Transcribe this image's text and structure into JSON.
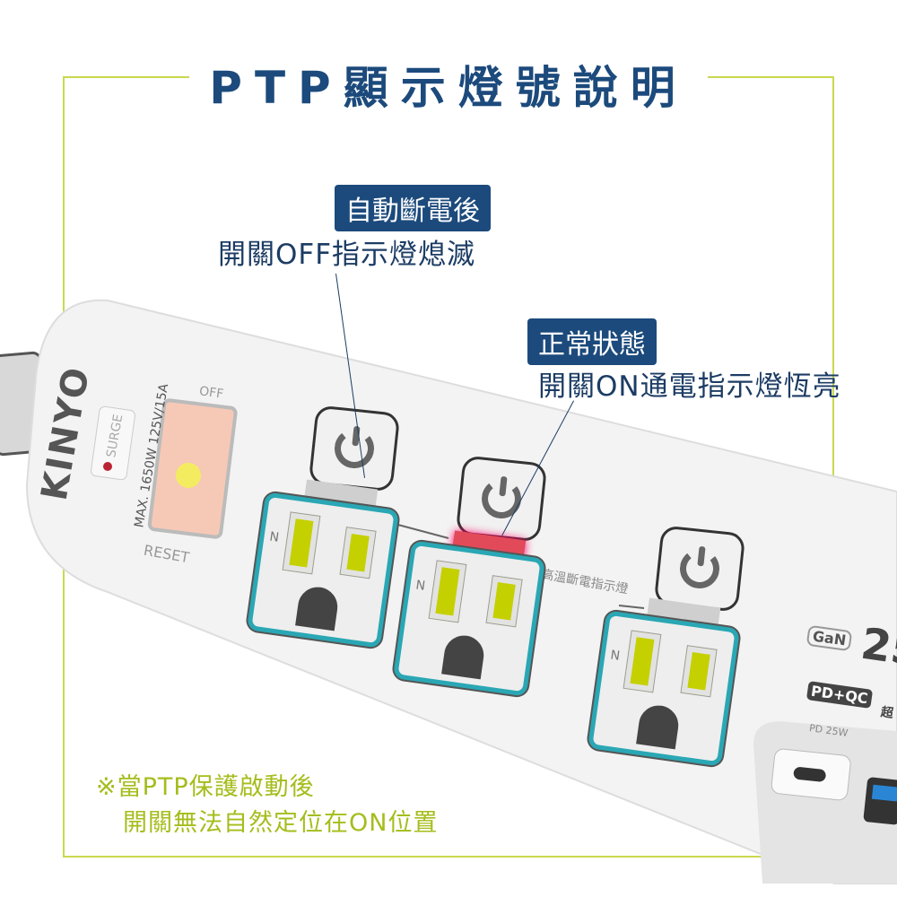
{
  "title": "PTP顯示燈號說明",
  "callouts": [
    {
      "tag": "自動斷電後",
      "text": "開關OFF指示燈熄滅"
    },
    {
      "tag": "正常狀態",
      "text": "開關ON通電指示燈恆亮"
    }
  ],
  "note": {
    "line1": "※當PTP保護啟動後",
    "line2": "開關無法自然定位在ON位置"
  },
  "product": {
    "brand": "KINYO",
    "surge": "SURGE",
    "rating": "MAX. 1650W 125V/15A",
    "off": "OFF",
    "reset": "RESET",
    "indicator_label": "高溫斷電指示燈",
    "neutral": "N",
    "gan": "GaN",
    "watt_partial": "25",
    "pdqc": "PD+QC",
    "fast_partial": "超",
    "pd_label": "PD 25W"
  },
  "colors": {
    "navy": "#1c4a7c",
    "frame": "#c9d84e",
    "note": "#a5bd1c",
    "socket": "#2aa7b4",
    "slot": "#c5d000"
  }
}
